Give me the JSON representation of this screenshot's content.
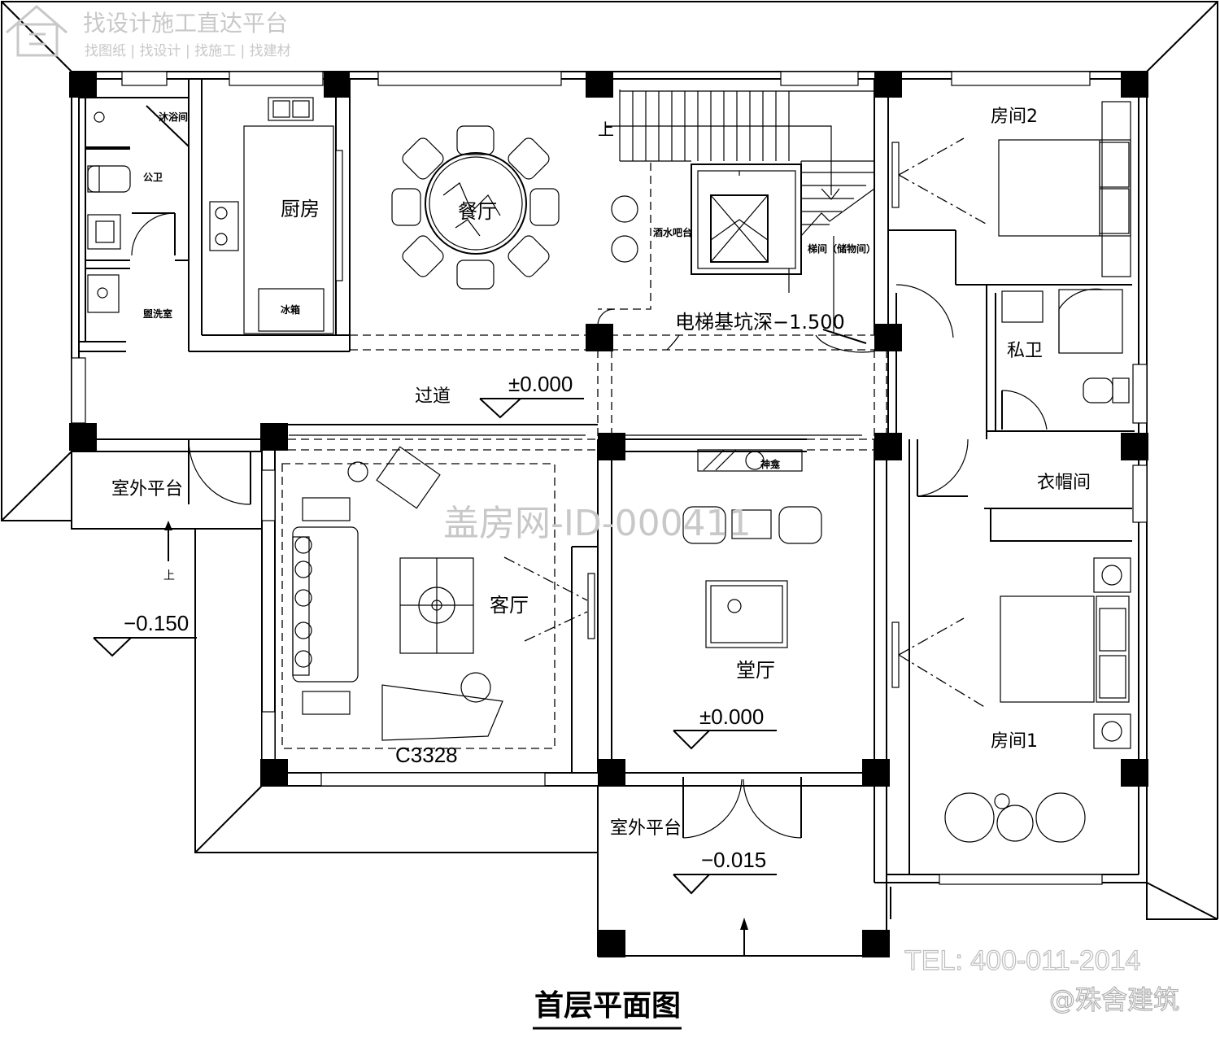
{
  "header": {
    "logo_icon": "house-logo-icon",
    "slogan": "找设计施工直达平台",
    "links": "找图纸 | 找设计 | 找施工 | 找建材"
  },
  "rooms": {
    "bath_shower": "沐浴间",
    "public_toilet": "公卫",
    "wash_room": "盥洗室",
    "kitchen": "厨房",
    "fridge": "冰箱",
    "dining": "餐厅",
    "wine_bar": "酒水吧台",
    "stair_storage": "梯间（储物间）",
    "elevator_pit": "电梯基坑深−1.500",
    "up_stair": "上",
    "room2": "房间2",
    "private_bath": "私卫",
    "corridor": "过道",
    "corridor_level": "±0.000",
    "outdoor_platform_left": "室外平台",
    "up_left": "上",
    "level_left": "−0.150",
    "living_room": "客厅",
    "window_code": "C3328",
    "hall": "堂厅",
    "shrine": "神龛",
    "hall_level": "±0.000",
    "wardrobe": "衣帽间",
    "room1": "房间1",
    "outdoor_platform_front": "室外平台",
    "level_front": "−0.015"
  },
  "footer": {
    "title": "首层平面图",
    "phone": "TEL: 400-011-2014",
    "brand": "@殊舍建筑"
  },
  "watermark": "盖房网-ID-000411",
  "colors": {
    "ink": "#000000",
    "paper": "#ffffff",
    "watermark": "#c8c8c8"
  }
}
